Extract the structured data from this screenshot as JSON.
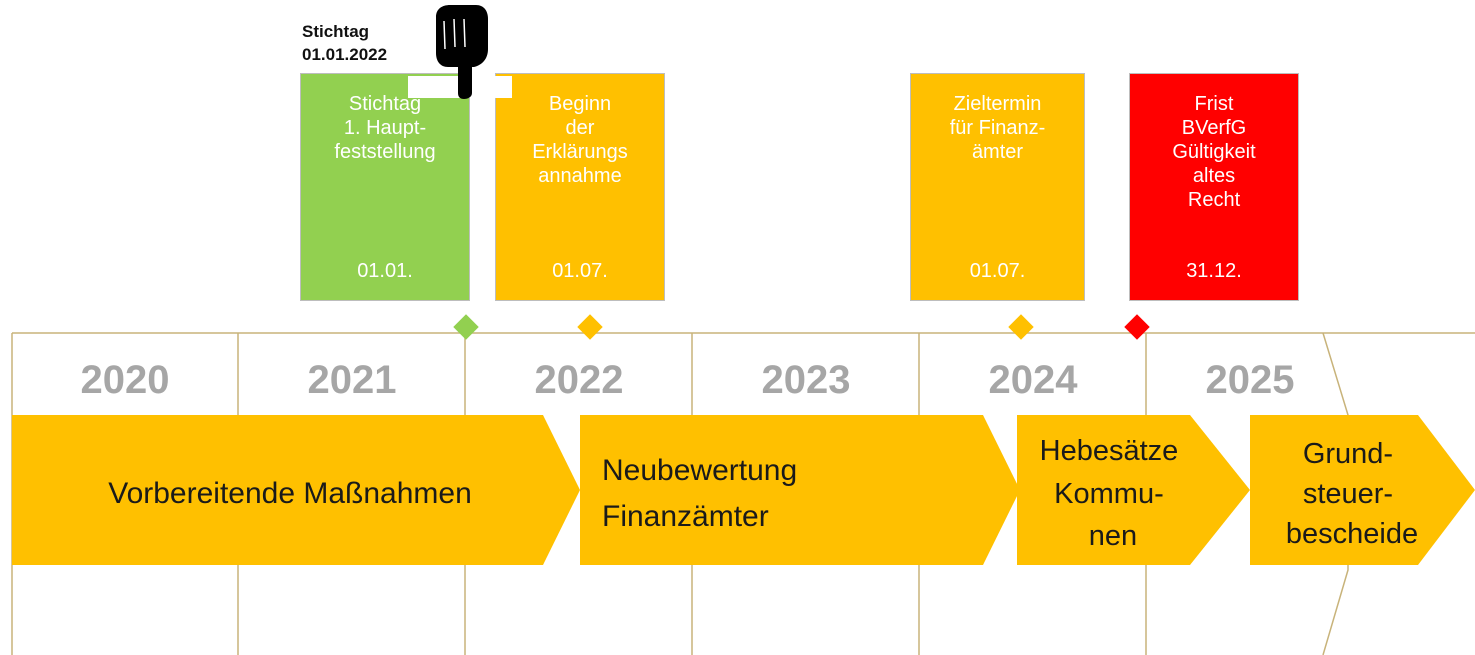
{
  "years": [
    "2020",
    "2021",
    "2022",
    "2023",
    "2024",
    "2025"
  ],
  "phases": {
    "vorbereitende": "Vorbereitende Maßnahmen",
    "neubewertung": [
      "Neubewertung",
      "Finanzämter"
    ],
    "hebesaetze": [
      "Hebesätze",
      "Kommu-",
      "nen"
    ],
    "grundsteuer": [
      "Grund-",
      "steuer-",
      "bescheide"
    ]
  },
  "milestones": [
    {
      "lines": [
        "Stichtag",
        "1. Haupt-",
        "feststellung"
      ],
      "date": "01.01.",
      "color": "#92d050"
    },
    {
      "lines": [
        "Beginn",
        "der",
        "Erklärungs",
        "annahme"
      ],
      "date": "01.07.",
      "color": "#ffc000"
    },
    {
      "lines": [
        "Zieltermin",
        "für Finanz-",
        "ämter"
      ],
      "date": "01.07.",
      "color": "#ffc000"
    },
    {
      "lines": [
        "Frist",
        "BVerfG",
        "Gültigkeit",
        "altes",
        "Recht"
      ],
      "date": "31.12.",
      "color": "#ff0000"
    }
  ],
  "annotation": {
    "line1": "Stichtag",
    "line2": "01.01.2022"
  },
  "colors": {
    "grid": "#c8b37a",
    "phase": "#ffc000",
    "year_text": "#a6a6a6"
  },
  "icons": [
    "pointing-hand-icon"
  ]
}
